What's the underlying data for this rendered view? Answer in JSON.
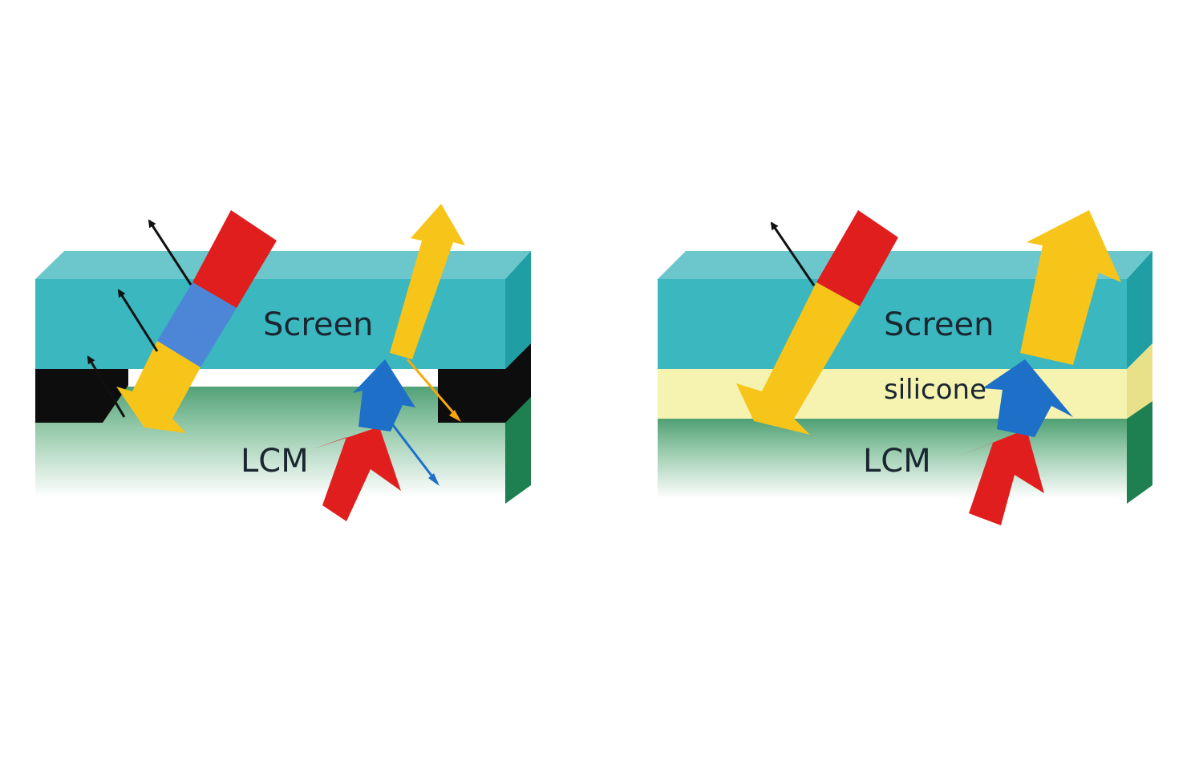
{
  "left_panel": {
    "screen_label": "Screen",
    "lcm_label": "LCM"
  },
  "right_panel": {
    "screen_label": "Screen",
    "silicone_label": "silicone",
    "lcm_label": "LCM"
  },
  "colors": {
    "screen_top": "#6cc7cd",
    "screen_front": "#3bb7bf",
    "screen_side": "#1f9ea4",
    "lcm_green": "#5aa97e",
    "lcm_side": "#1e7f50",
    "bezel": "#0d0d0d",
    "silicone": "#f6f2b0",
    "red": "#e01e1e",
    "yellow": "#f7c419",
    "blue": "#1e6fc8",
    "blue_light": "#4d86d6",
    "arrow_black": "#111111"
  }
}
